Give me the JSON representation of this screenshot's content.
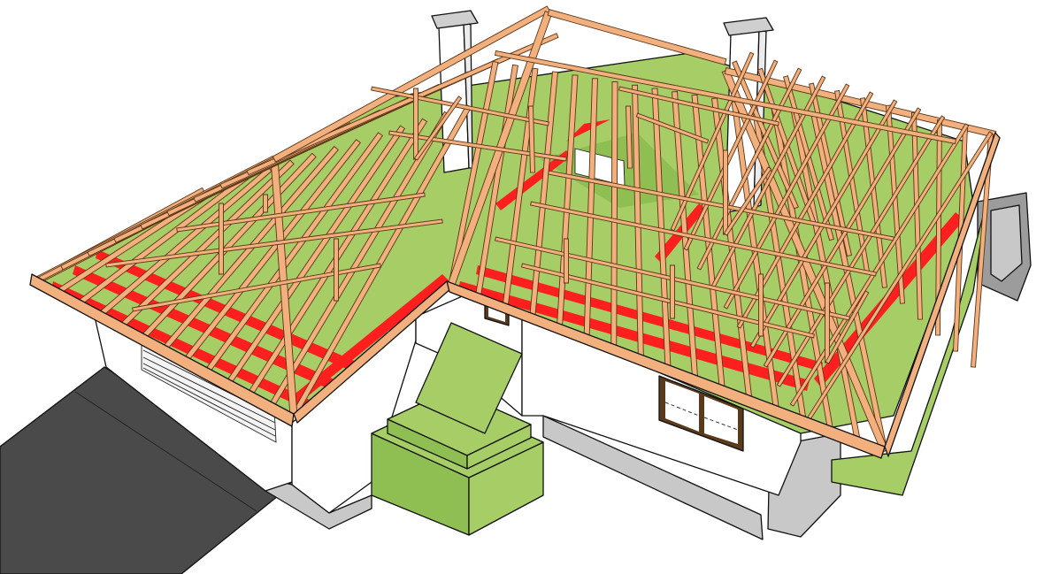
{
  "colors": {
    "timber": "#f2b07e",
    "timber_dark": "#d98a55",
    "timber_edge": "#5a3416",
    "insulation": "#a6cd66",
    "insulation_dark": "#8fbe52",
    "membrane": "#ff1f1f",
    "wall": "#ffffff",
    "wall_shade": "#ececec",
    "plinth": "#c8c8c8",
    "plinth_dark": "#9c9c9c",
    "ground_slab": "#4a4a4a",
    "chimney": "#ffffff",
    "chimney_cap": "#cfcfcf",
    "window_frame": "#5b3a1c",
    "garage_door": "#f4f4f4",
    "outline": "#111111"
  },
  "elements": {
    "rafters": "hip-roof-rafters",
    "chimneys": "chimney-pair",
    "walls": "white-rendered-walls",
    "insulation": "green-insulation-panels",
    "membrane": "red-eave-membrane",
    "garage_door": "sectional-garage-door",
    "windows": "timber-framed-windows",
    "terrace": "green-terrace-block",
    "driveway": "dark-driveway-slab"
  }
}
